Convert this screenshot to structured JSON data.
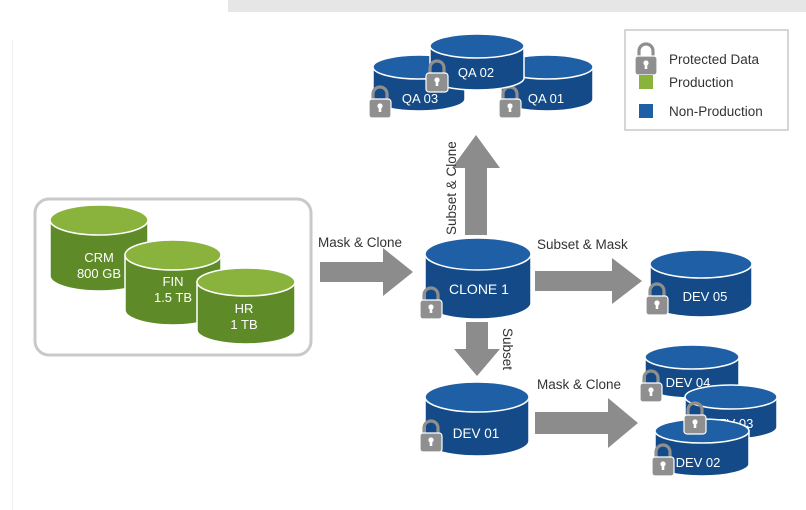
{
  "legend": {
    "protected": "Protected Data",
    "production": "Production",
    "non_production": "Non-Production"
  },
  "colors": {
    "production_top": "#8ab33e",
    "production_side": "#5f8a28",
    "nonprod_top": "#1f5fa6",
    "nonprod_side": "#134a87",
    "arrow": "#8c8c8c",
    "lock": "#8f8f8f",
    "group_border": "#c9c9c9"
  },
  "databases": {
    "crm": {
      "name": "CRM",
      "size": "800 GB"
    },
    "fin": {
      "name": "FIN",
      "size": "1.5 TB"
    },
    "hr": {
      "name": "HR",
      "size": "1 TB"
    },
    "clone1": "CLONE 1",
    "qa01": "QA 01",
    "qa02": "QA 02",
    "qa03": "QA 03",
    "dev01": "DEV 01",
    "dev02": "DEV 02",
    "dev03": "DEV 03",
    "dev04": "DEV 04",
    "dev05": "DEV 05"
  },
  "arrows": {
    "mask_clone_main": "Mask & Clone",
    "subset_clone": "Subset & Clone",
    "subset_mask": "Subset & Mask",
    "subset": "Subset",
    "mask_clone_dev": "Mask & Clone"
  }
}
